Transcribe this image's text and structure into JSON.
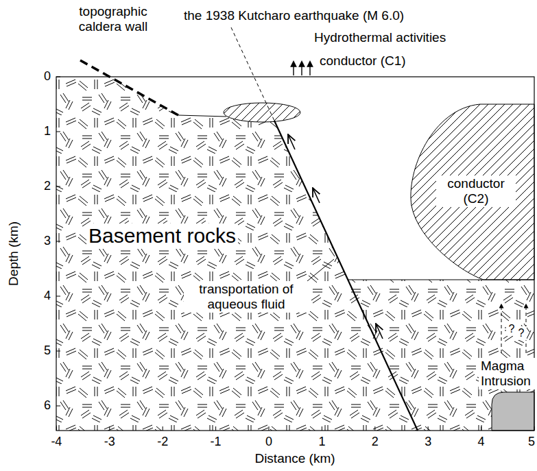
{
  "diagram": {
    "labels": [
      "topographic caldera wall",
      "the 1938 Kutcharo earthquake (M 6.0)",
      "Hydrothermal activities",
      "conductor (C1)",
      "conductor (C2)",
      "Basement rocks",
      "transportation of aqueous fluid",
      "Magma Intrusion",
      "?",
      "?",
      "0",
      "1",
      "2",
      "3",
      "4",
      "5",
      "6",
      "-4",
      "-3",
      "-2",
      "-1",
      "0",
      "1",
      "2",
      "3",
      "4",
      "5",
      "Depth (km)",
      "Distance (km)"
    ]
  }
}
